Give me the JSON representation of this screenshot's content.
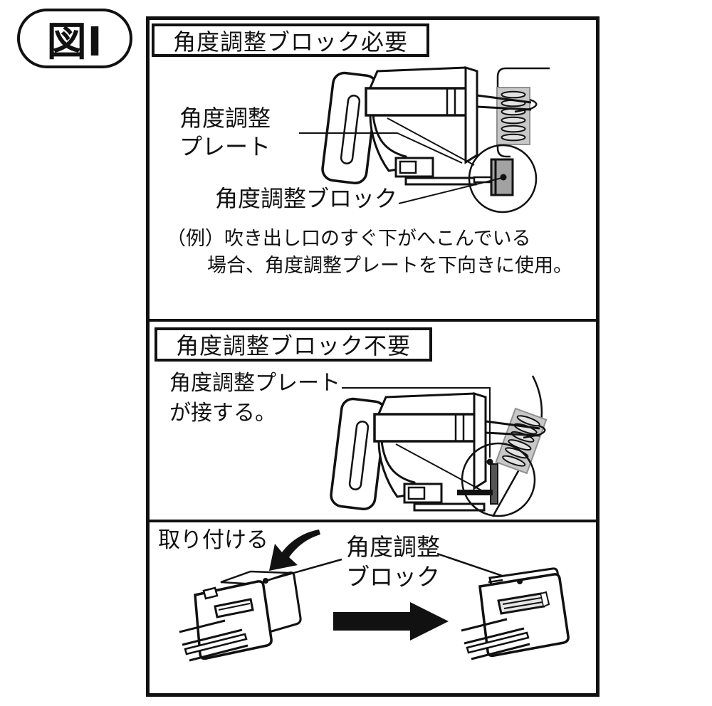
{
  "figure_label": "図I",
  "colors": {
    "line": "#111111",
    "vent_fill": "#c8c8c8",
    "vent_slot_fill": "#e2e2e2",
    "block_fill": "#a2a2a2",
    "background": "#ffffff"
  },
  "required": {
    "header": "角度調整ブロック必要",
    "plate_label_line1": "角度調整",
    "plate_label_line2": "プレート",
    "block_label": "角度調整ブロック",
    "note_line1": "（例）吹き出し口のすぐ下がへこんでいる",
    "note_line2": "場合、角度調整プレートを下向きに使用。"
  },
  "not_required": {
    "header": "角度調整ブロック不要",
    "label_line1": "角度調整プレート",
    "label_line2": "が接する。"
  },
  "attach": {
    "action_label": "取り付ける",
    "block_label_line1": "角度調整",
    "block_label_line2": "ブロック"
  }
}
